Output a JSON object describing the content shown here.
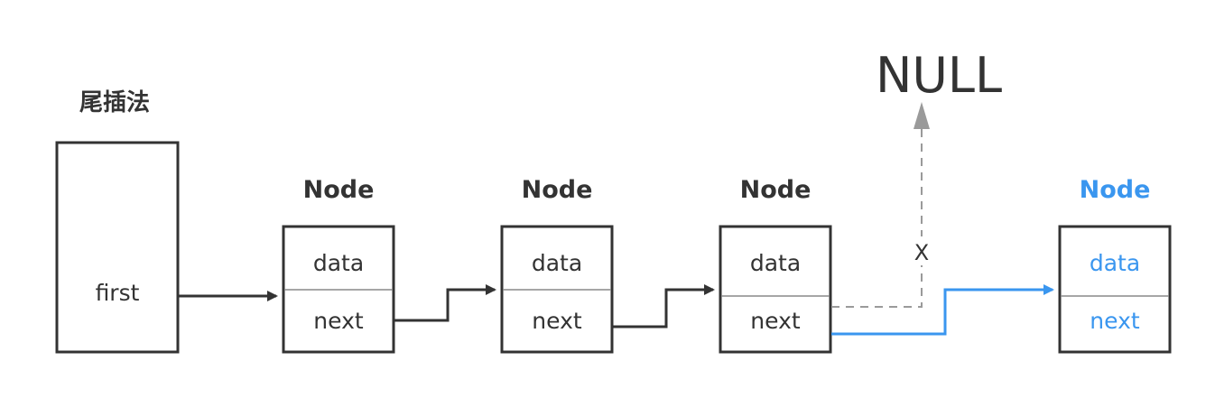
{
  "title": "尾插法",
  "first": {
    "label": "first"
  },
  "nodes": [
    {
      "title": "Node",
      "data_label": "data",
      "next_label": "next"
    },
    {
      "title": "Node",
      "data_label": "data",
      "next_label": "next"
    },
    {
      "title": "Node",
      "data_label": "data",
      "next_label": "next"
    }
  ],
  "new_node": {
    "title": "Node",
    "data_label": "data",
    "next_label": "next"
  },
  "null_label": "NULL",
  "removed_mark": "X",
  "colors": {
    "stroke": "#333333",
    "divider": "#888888",
    "highlight": "#3a96ef",
    "removed": "#9a9a9a"
  }
}
